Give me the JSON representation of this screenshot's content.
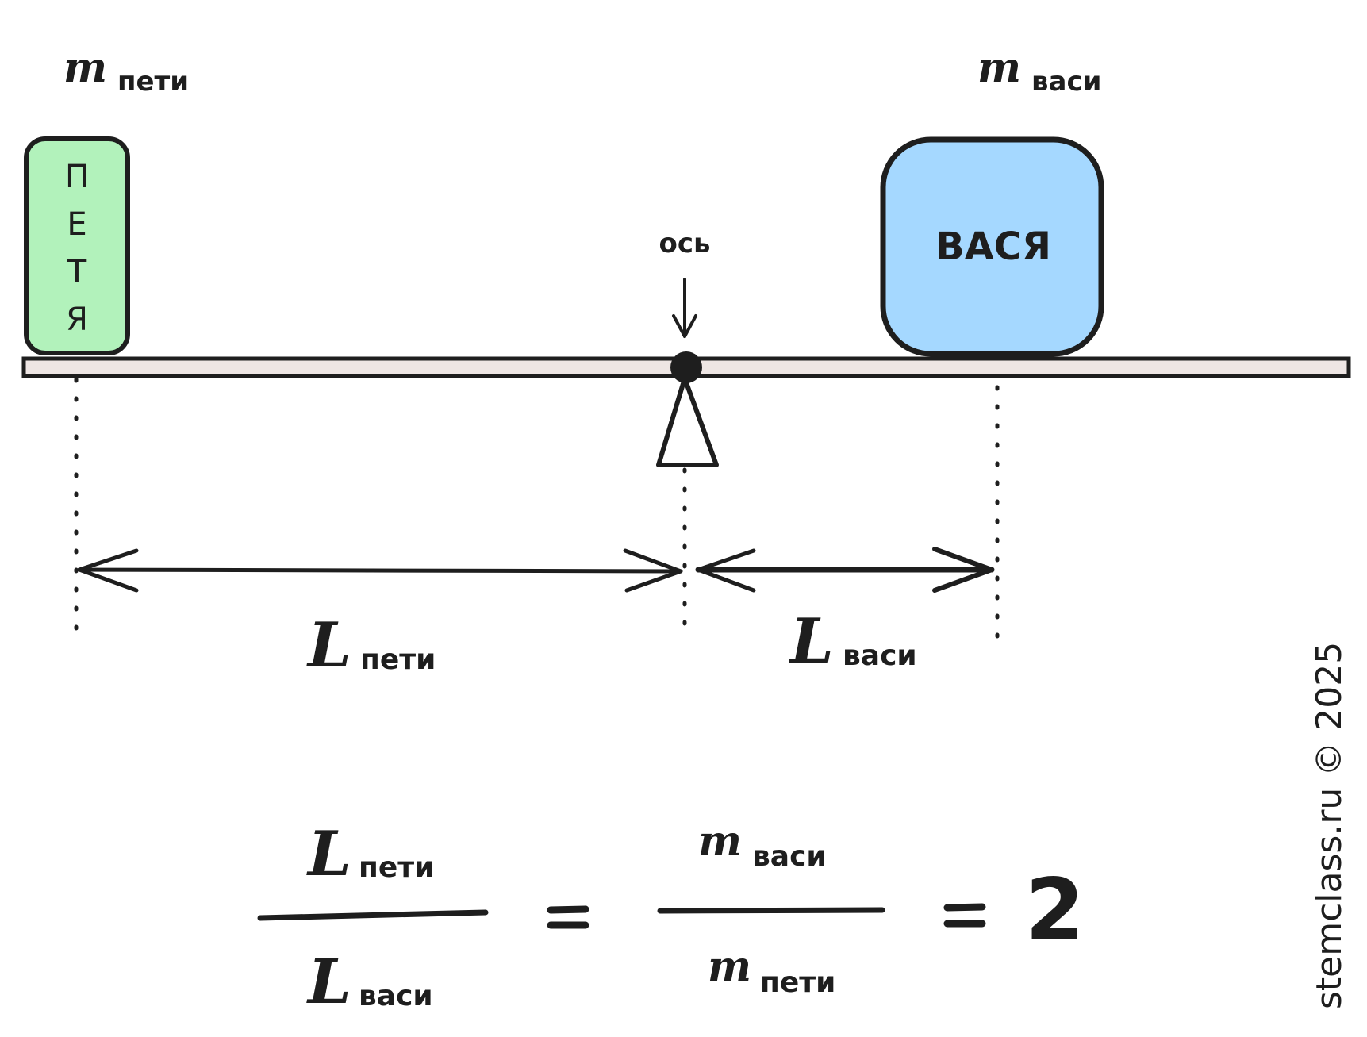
{
  "colors": {
    "ink": "#1e1e1e",
    "petya_fill": "#b2f2bb",
    "vasya_fill": "#a5d8ff",
    "beam_fill": "#eee6e4"
  },
  "labels": {
    "m_symbol": "m",
    "L_symbol": "L",
    "petya_sub": "пети",
    "vasya_sub": "васи",
    "axis_label": "ось",
    "result": "2",
    "copyright": "stemclass.ru © 2025"
  },
  "blocks": {
    "petya_letters": [
      "П",
      "Е",
      "Т",
      "Я"
    ],
    "vasya_name": "ВАСЯ"
  }
}
